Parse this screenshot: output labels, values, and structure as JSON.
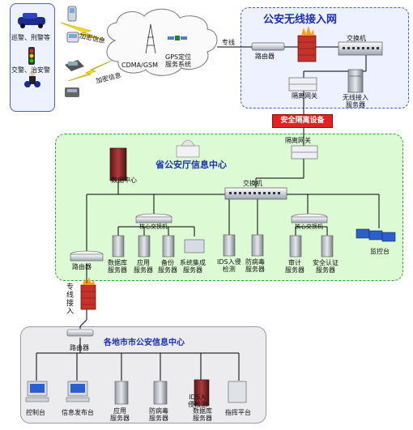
{
  "zones": {
    "wireless_title": "公安无线接入网",
    "province_title": "省公安厅信息中心",
    "city_title": "各地市市公安信息中心"
  },
  "security_device": "安全隔离设备",
  "left_panel": {
    "police_car_label": "巡警、刑警等",
    "traffic_label": "交警、治安警"
  },
  "links": {
    "encrypted_1": "加密信息",
    "encrypted_2": "加密信息",
    "dedicated_line": "专线",
    "dedicated_access": [
      "专",
      "线",
      "接",
      "入"
    ]
  },
  "cloud": {
    "network_label": "CDMA/GSM",
    "gps_label_1": "GPS定位",
    "gps_label_2": "服务系统"
  },
  "wireless": {
    "router": "路由器",
    "switch": "交换机",
    "gateway": "隔离网关",
    "access_server_1": "无线接入",
    "access_server_2": "服务器"
  },
  "province": {
    "gateway": "隔离网关",
    "data_center": "数据中心",
    "core_switch": "交换机",
    "left_switch": "核心交换机",
    "right_switch": "核心交换机",
    "router": "路由器",
    "servers": [
      {
        "l1": "数据库",
        "l2": "服务器"
      },
      {
        "l1": "应用",
        "l2": "服务器"
      },
      {
        "l1": "备份",
        "l2": "服务器"
      },
      {
        "l1": "系统集成",
        "l2": "服务器"
      },
      {
        "l1": "IDS入侵",
        "l2": "检测"
      },
      {
        "l1": "防病毒",
        "l2": "服务器"
      },
      {
        "l1": "审计",
        "l2": "服务器"
      },
      {
        "l1": "安全认证",
        "l2": "服务器"
      }
    ],
    "monitor": "监控台"
  },
  "city": {
    "router": "路由器",
    "nodes": [
      {
        "l1": "控制台",
        "l2": ""
      },
      {
        "l1": "信息发布台",
        "l2": ""
      },
      {
        "l1": "应用",
        "l2": "服务器"
      },
      {
        "l1": "防病毒",
        "l2": "服务器"
      },
      {
        "l1": "IDS入",
        "l2": "侵检测"
      },
      {
        "l1": "数据库",
        "l2": "服务器"
      },
      {
        "l1": "指挥平台",
        "l2": ""
      }
    ]
  },
  "colors": {
    "wire": "#000000",
    "zone_blue": "#3c5ec8",
    "zone_green": "#3e9e3e",
    "title_blue": "#1a2fb0",
    "alert_red": "#e02222"
  }
}
